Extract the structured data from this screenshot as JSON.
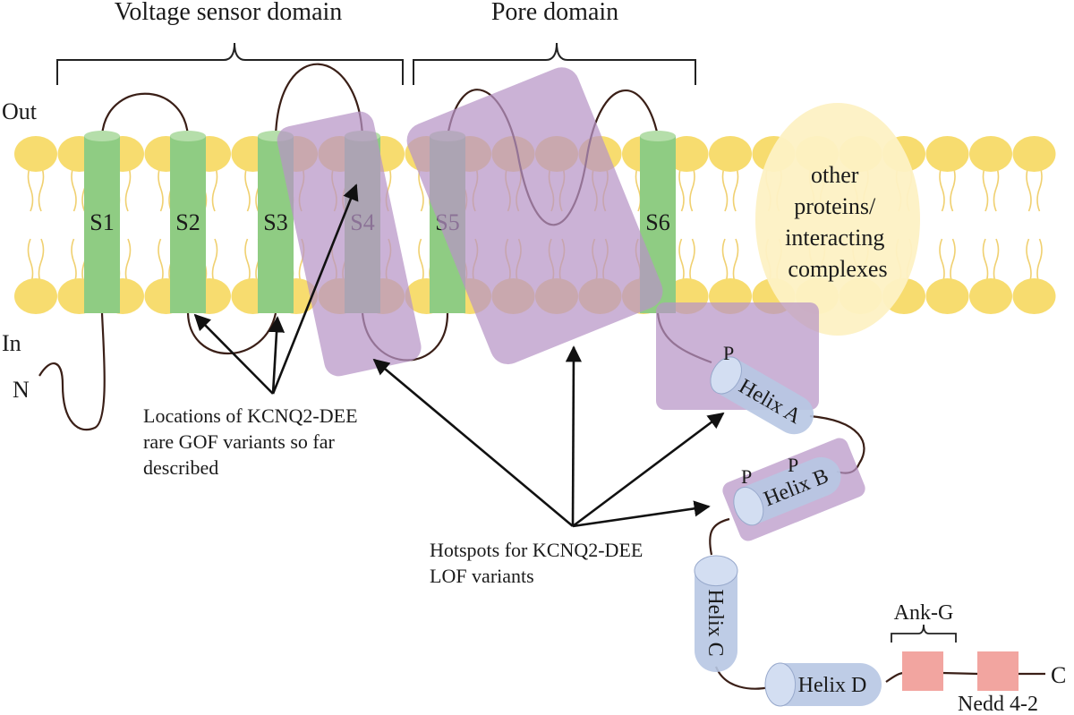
{
  "domains": {
    "voltage_sensor": "Voltage sensor domain",
    "pore": "Pore domain"
  },
  "sides": {
    "out": "Out",
    "in": "In"
  },
  "termini": {
    "n": "N",
    "c": "C"
  },
  "segments": [
    "S1",
    "S2",
    "S3",
    "S4",
    "S5",
    "S6"
  ],
  "other_proteins": [
    "other",
    "proteins/",
    "interacting",
    "complexes"
  ],
  "helices": {
    "a": "Helix A",
    "b": "Helix B",
    "c": "Helix C",
    "d": "Helix D"
  },
  "phospho": "P",
  "binding_sites": {
    "ankg": "Ank-G",
    "nedd": "Nedd 4-2"
  },
  "annotations": {
    "gof": [
      "Locations of KCNQ2-DEE",
      "rare GOF variants so far",
      "described"
    ],
    "lof": [
      "Hotspots for KCNQ2-DEE",
      "LOF variants"
    ]
  },
  "colors": {
    "membrane_head": "#f7dc6f",
    "lipid_tail": "#f0d070",
    "segment": "#8fcc83",
    "hotspot": "#b794c6",
    "helix": "#b7c6e3",
    "other_proteins_fill": "#fdf1c4",
    "binding_site": "#f2a5a0"
  }
}
